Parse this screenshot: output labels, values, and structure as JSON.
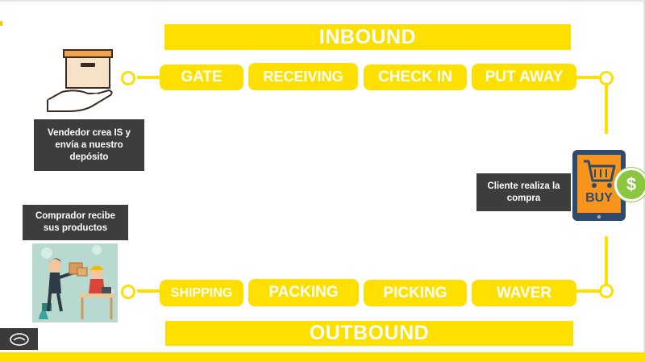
{
  "inbound": {
    "title": "INBOUND",
    "steps": [
      "GATE",
      "RECEIVING",
      "CHECK IN",
      "PUT AWAY"
    ]
  },
  "outbound": {
    "title": "OUTBOUND",
    "steps": [
      "SHIPPING",
      "PACKING",
      "PICKING",
      "WAVER"
    ]
  },
  "captions": {
    "seller": "Vendedor crea IS y envía a nuestro depósito",
    "customer": "Cliente realiza la compra",
    "buyer": "Comprador recibe sus productos"
  },
  "phone": {
    "button_text": "BUY",
    "currency_symbol": "$"
  },
  "colors": {
    "accent_yellow": "#fde000",
    "caption_bg": "#3d3d3d",
    "coin_green": "#8cc63f",
    "phone_body": "#2f4a6b"
  }
}
